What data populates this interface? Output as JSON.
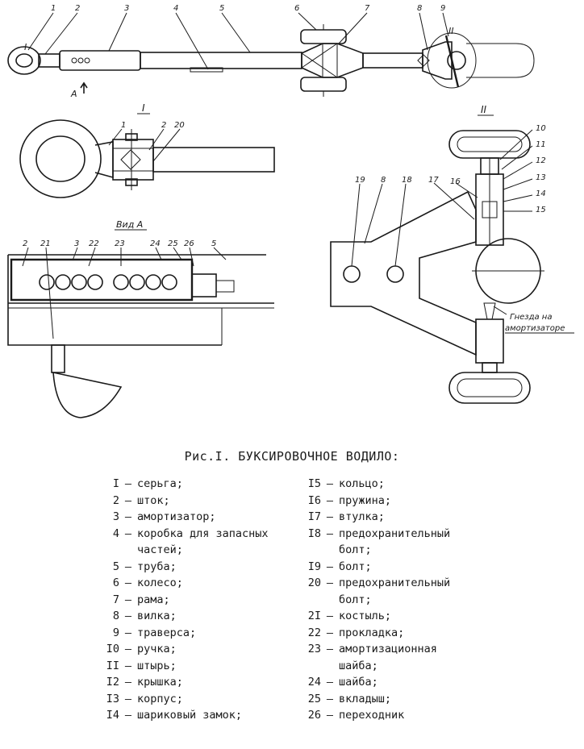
{
  "figure": {
    "caption": "Рис.I. БУКСИРОВОЧНОЕ ВОДИЛО:",
    "views": {
      "detail_I": "I",
      "detail_II": "II",
      "view_a": "Вид А",
      "arrow_a": "А",
      "nest_label_line1": "Гнезда на",
      "nest_label_line2": "амортизаторе"
    },
    "callouts": [
      "1",
      "2",
      "3",
      "4",
      "5",
      "6",
      "7",
      "8",
      "9",
      "10",
      "11",
      "12",
      "13",
      "14",
      "15",
      "16",
      "17",
      "18",
      "19",
      "20",
      "21",
      "22",
      "23",
      "24",
      "25",
      "26"
    ]
  },
  "legend": {
    "left": [
      {
        "num": "I",
        "text": "серьга;"
      },
      {
        "num": "2",
        "text": "шток;"
      },
      {
        "num": "3",
        "text": "амортизатор;"
      },
      {
        "num": "4",
        "text": "коробка для запасных",
        "cont": "частей;"
      },
      {
        "num": "5",
        "text": "труба;"
      },
      {
        "num": "6",
        "text": "колесо;"
      },
      {
        "num": "7",
        "text": "рама;"
      },
      {
        "num": "8",
        "text": "вилка;"
      },
      {
        "num": "9",
        "text": "траверса;"
      },
      {
        "num": "I0",
        "text": "ручка;"
      },
      {
        "num": "II",
        "text": "штырь;"
      },
      {
        "num": "I2",
        "text": "крышка;"
      },
      {
        "num": "I3",
        "text": "корпус;"
      },
      {
        "num": "I4",
        "text": "шариковый замок;"
      }
    ],
    "right": [
      {
        "num": "I5",
        "text": "кольцо;"
      },
      {
        "num": "I6",
        "text": "пружина;"
      },
      {
        "num": "I7",
        "text": "втулка;"
      },
      {
        "num": "I8",
        "text": "предохранительный",
        "cont": "болт;"
      },
      {
        "num": "I9",
        "text": "болт;"
      },
      {
        "num": "20",
        "text": "предохранительный",
        "cont": "болт;"
      },
      {
        "num": "2I",
        "text": "костыль;"
      },
      {
        "num": "22",
        "text": "прокладка;"
      },
      {
        "num": "23",
        "text": "амортизационная",
        "cont": "шайба;"
      },
      {
        "num": "24",
        "text": "шайба;"
      },
      {
        "num": "25",
        "text": "вкладыш;"
      },
      {
        "num": "26",
        "text": "переходник"
      }
    ]
  }
}
